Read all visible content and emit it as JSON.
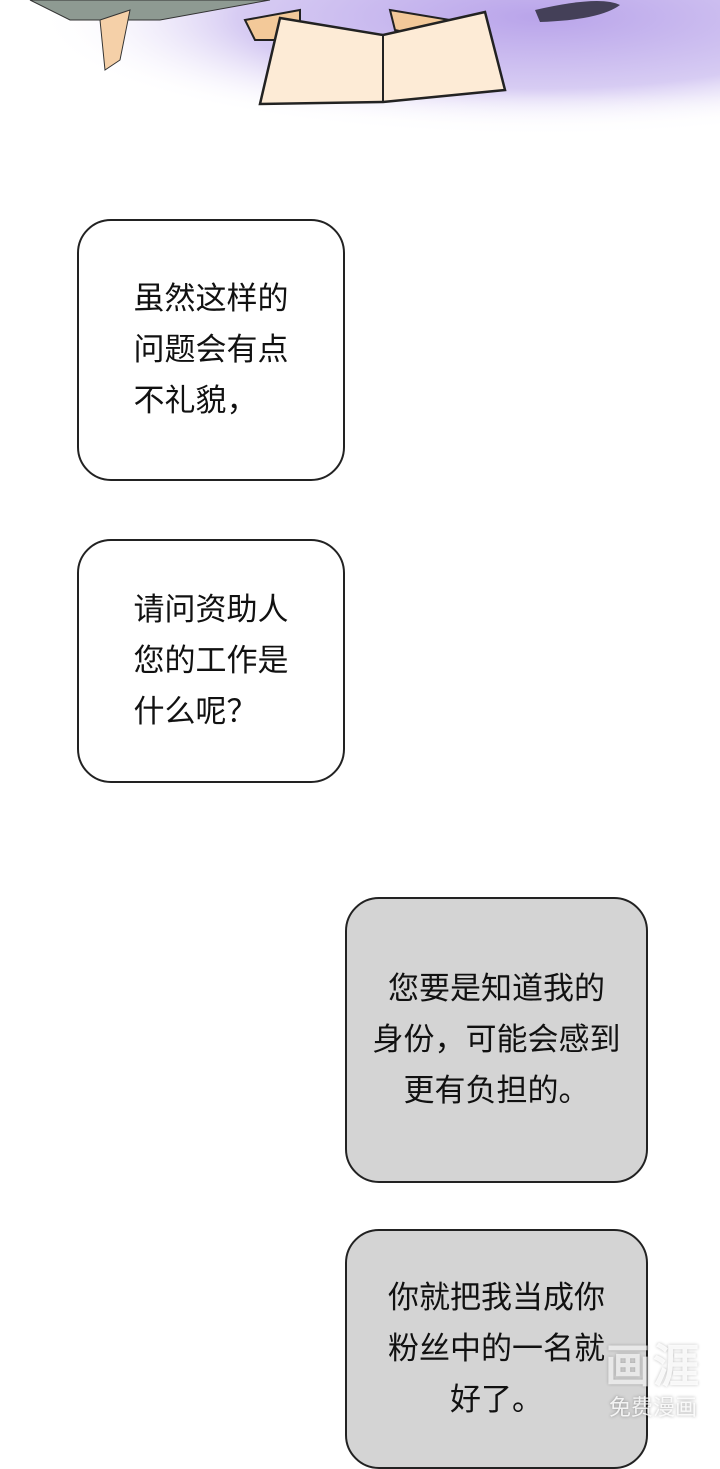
{
  "colors": {
    "sky": "#c9b8ee",
    "book": "#fdebd6",
    "bubble_gray": "#d4d4d4"
  },
  "bubbles": [
    {
      "text": "虽然这样的\n问题会有点\n不礼貌，"
    },
    {
      "text": "请问资助人\n您的工作是\n什么呢？"
    },
    {
      "text": "您要是知道我的\n身份，可能会感到\n更有负担的。"
    },
    {
      "text": "你就把我当成你\n粉丝中的一名就\n好了。"
    }
  ],
  "watermark": {
    "logo": "画涯",
    "subtitle": "免费漫画"
  }
}
